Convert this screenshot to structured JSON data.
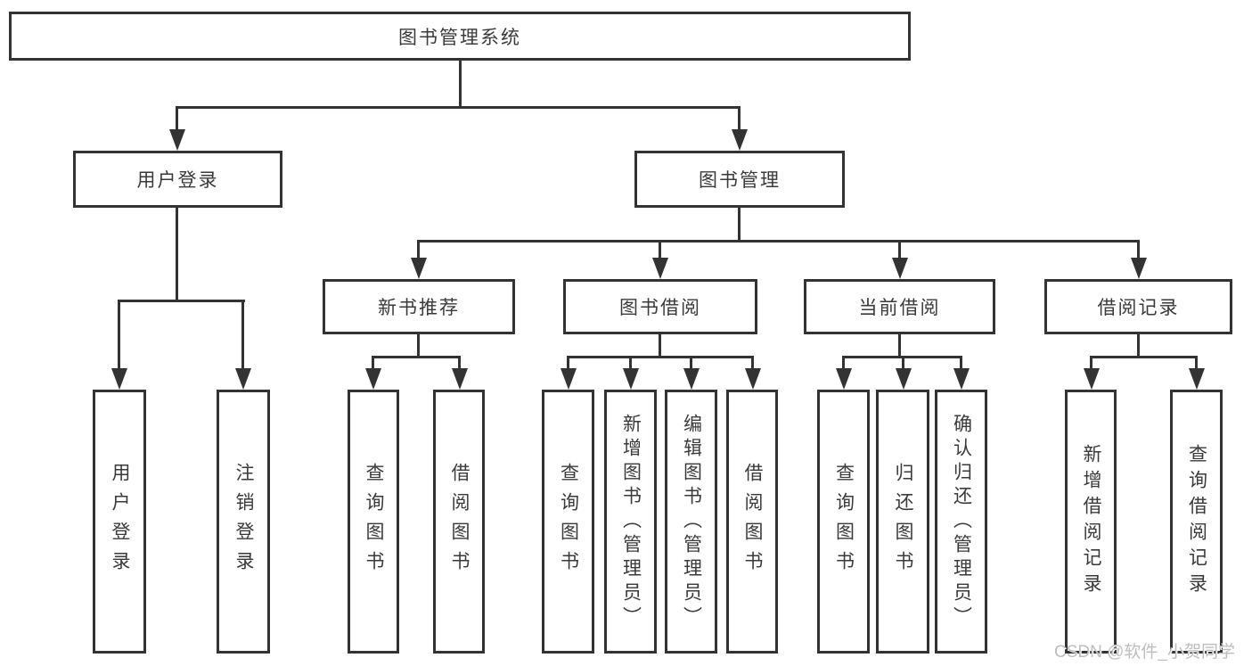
{
  "tree": {
    "root": "图书管理系统",
    "branches": [
      {
        "label": "用户登录",
        "leaves": [
          "用户登录",
          "注销登录"
        ]
      },
      {
        "label": "图书管理",
        "groups": [
          {
            "label": "新书推荐",
            "leaves": [
              "查询图书",
              "借阅图书"
            ]
          },
          {
            "label": "图书借阅",
            "leaves": [
              "查询图书",
              "新增图书（管理员）",
              "编辑图书（管理员）",
              "借阅图书"
            ]
          },
          {
            "label": "当前借阅",
            "leaves": [
              "查询图书",
              "归还图书",
              "确认归还（管理员）"
            ]
          },
          {
            "label": "借阅记录",
            "leaves": [
              "新增借阅记录",
              "查询借阅记录"
            ]
          }
        ]
      }
    ]
  },
  "watermark": {
    "text": "CSDN @软件_小贺同学"
  },
  "colors": {
    "line": "#333333",
    "text": "#3a3a3a",
    "watermark": "#bdbdbd",
    "background": "#ffffff"
  }
}
